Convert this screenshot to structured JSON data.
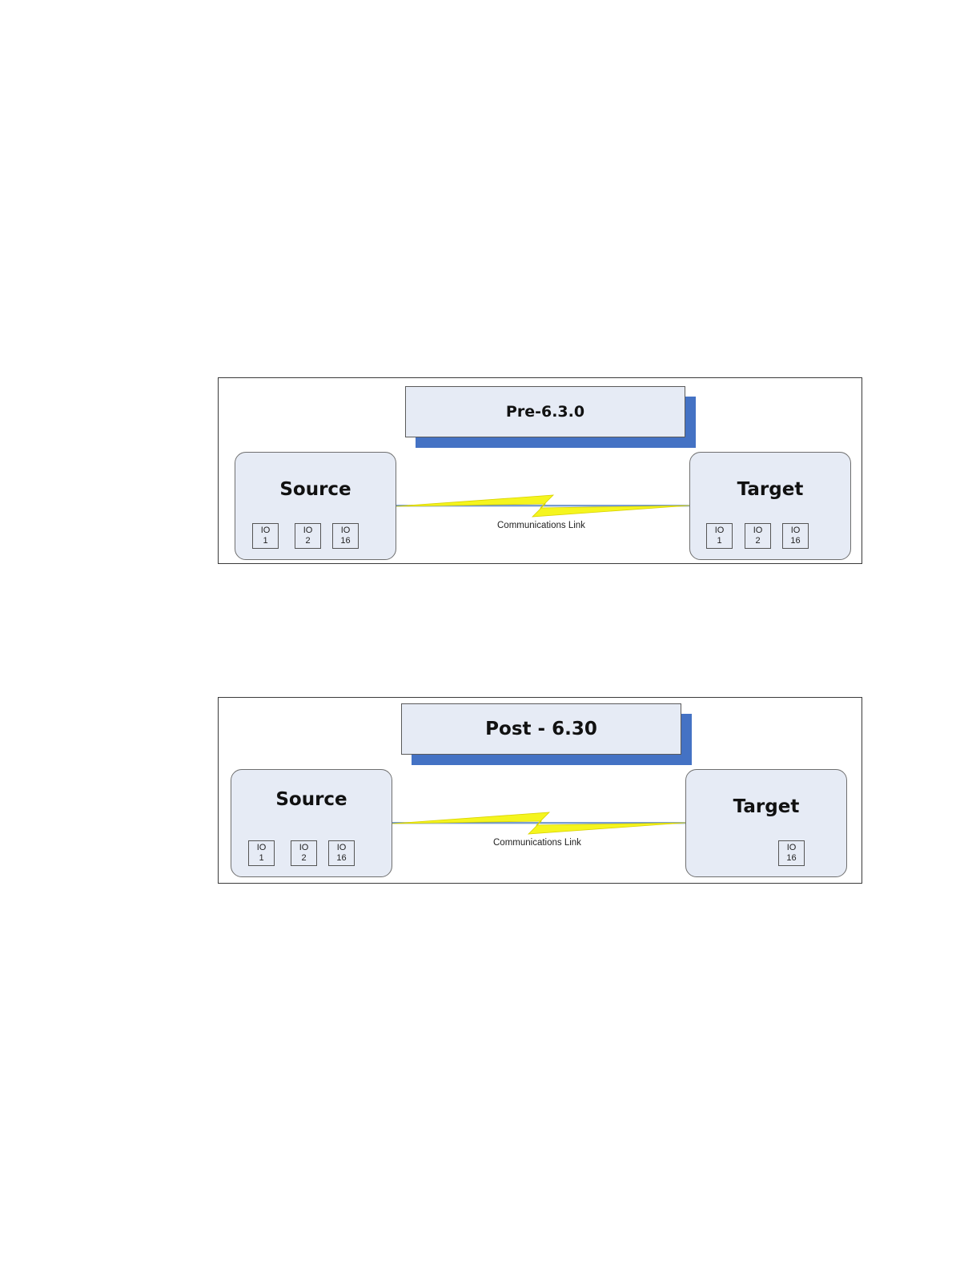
{
  "diagrams": [
    {
      "title": "Pre-6.3.0",
      "link_label": "Communications Link",
      "source": {
        "label": "Source",
        "io_boxes": [
          {
            "top": "IO",
            "bottom": "1"
          },
          {
            "top": "IO",
            "bottom": "2"
          },
          {
            "top": "IO",
            "bottom": "16"
          }
        ]
      },
      "target": {
        "label": "Target",
        "io_boxes": [
          {
            "top": "IO",
            "bottom": "1"
          },
          {
            "top": "IO",
            "bottom": "2"
          },
          {
            "top": "IO",
            "bottom": "16"
          }
        ]
      }
    },
    {
      "title": "Post - 6.30",
      "link_label": "Communications Link",
      "source": {
        "label": "Source",
        "io_boxes": [
          {
            "top": "IO",
            "bottom": "1"
          },
          {
            "top": "IO",
            "bottom": "2"
          },
          {
            "top": "IO",
            "bottom": "16"
          }
        ]
      },
      "target": {
        "label": "Target",
        "io_boxes": [
          {
            "top": "IO",
            "bottom": "16"
          }
        ]
      }
    }
  ],
  "colors": {
    "box_fill": "#e6ebf5",
    "title_shadow": "#4472c4",
    "lightning": "#f5f51e",
    "link_line": "#4f7fc6"
  }
}
